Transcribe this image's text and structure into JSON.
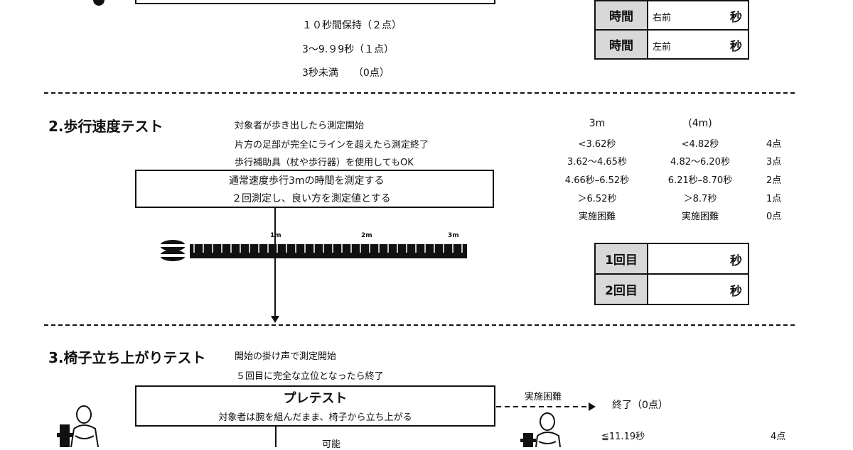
{
  "section1": {
    "criteria": [
      "１０秒間保持（２点）",
      "3～9.９9秒（１点）",
      "3秒未満　　（0点）"
    ],
    "table": [
      {
        "header": "時間",
        "label": "右前",
        "unit": "秒"
      },
      {
        "header": "時間",
        "label": "左前",
        "unit": "秒"
      }
    ]
  },
  "section2": {
    "title": "2.歩行速度テスト",
    "notes": [
      "対象者が歩き出したら測定開始",
      "片方の足部が完全にラインを超えたら測定終了",
      "歩行補助具（杖や歩行器）を使用してもOK"
    ],
    "box_lines": [
      "通常速度歩行3mの時間を測定する",
      "２回測定し、良い方を測定値とする"
    ],
    "marks": [
      "1m",
      "2m",
      "3m"
    ],
    "score_table": {
      "headers": [
        "3m",
        "(4m)"
      ],
      "rows": [
        {
          "c3": "<3.62秒",
          "c4": "<4.82秒",
          "pt": "4点"
        },
        {
          "c3": "3.62～4.65秒",
          "c4": "4.82～6.20秒",
          "pt": "3点"
        },
        {
          "c3": "4.66秒–6.52秒",
          "c4": "6.21秒–8.70秒",
          "pt": "2点"
        },
        {
          "c3": "＞6.52秒",
          "c4": "＞8.7秒",
          "pt": "1点"
        },
        {
          "c3": "実施困難",
          "c4": "実施困難",
          "pt": "0点"
        }
      ]
    },
    "table": [
      {
        "header": "1回目",
        "unit": "秒"
      },
      {
        "header": "2回目",
        "unit": "秒"
      }
    ]
  },
  "section3": {
    "title": "3.椅子立ち上がりテスト",
    "notes": [
      "開始の掛け声で測定開始",
      "５回目に完全な立位となったら終了"
    ],
    "box_title": "プレテスト",
    "box_text": "対象者は腕を組んだまま、椅子から立ち上がる",
    "difficult": "実施困難",
    "end": "終了（0点）",
    "possible": "可能",
    "score_row": {
      "cond": "≦11.19秒",
      "pt": "4点"
    }
  }
}
